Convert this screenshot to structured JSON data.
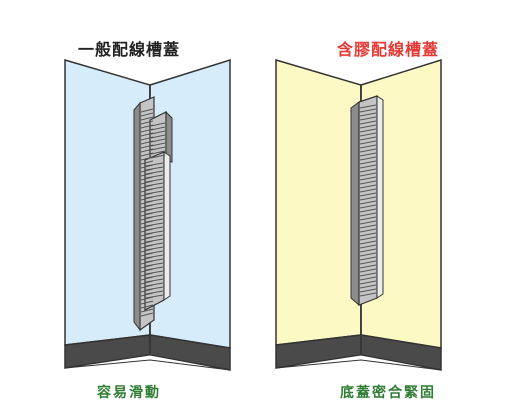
{
  "panels": [
    {
      "title": "一般配線槽蓋",
      "title_color": "#222222",
      "caption": "容易滑動",
      "caption_color": "#2e7d32",
      "wall_color": "#d6ecfa"
    },
    {
      "title": "含膠配線槽蓋",
      "title_color": "#e53935",
      "caption": "底蓋密合緊固",
      "caption_color": "#2e7d32",
      "wall_color": "#fdf9c4"
    }
  ],
  "colors": {
    "baseboard": "#4a4a4a",
    "floor": "#ffffff",
    "outline": "#333333",
    "duct_body": "#c4c4c4",
    "duct_dark": "#8c8c8c",
    "duct_light": "#ececec"
  }
}
